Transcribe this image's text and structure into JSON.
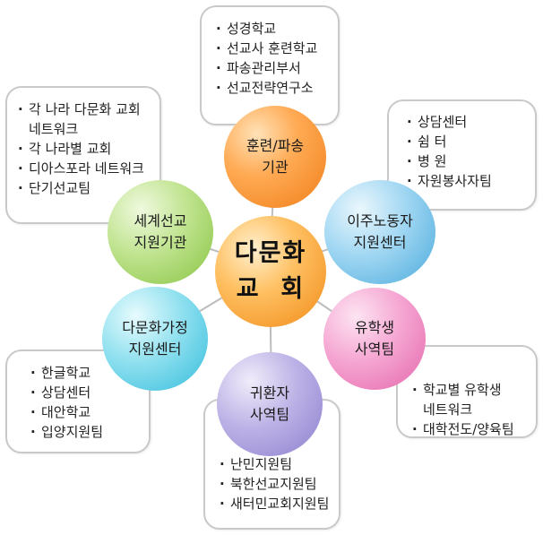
{
  "center": {
    "line1": "다문화",
    "line2": "교  회"
  },
  "nodes": {
    "training": {
      "label": "훈련/파송\n기관",
      "items": [
        "성경학교",
        "선교사 훈련학교",
        "파송관리부서",
        "선교전략연구소"
      ]
    },
    "migrant": {
      "label": "이주노동자\n지원센터",
      "items": [
        "상담센터",
        "쉼  터",
        "병  원",
        "자원봉사자팀"
      ]
    },
    "student": {
      "label": "유학생\n사역팀",
      "items": [
        "학교별 유학생",
        "네트워크",
        "대학전도/양육팀"
      ]
    },
    "returnee": {
      "label": "귀환자\n사역팀",
      "items": [
        "난민지원팀",
        "북한선교지원팀",
        "새터민교회지원팀"
      ]
    },
    "family": {
      "label": "다문화가정\n지원센터",
      "items": [
        "한글학교",
        "상담센터",
        "대안학교",
        "입양지원팀"
      ]
    },
    "world": {
      "label": "세계선교\n지원기관",
      "items": [
        "각 나라 다문화 교회",
        "네트워크",
        "각 나라별 교회",
        "디아스포라 네트워크",
        "단기선교팀"
      ]
    }
  }
}
